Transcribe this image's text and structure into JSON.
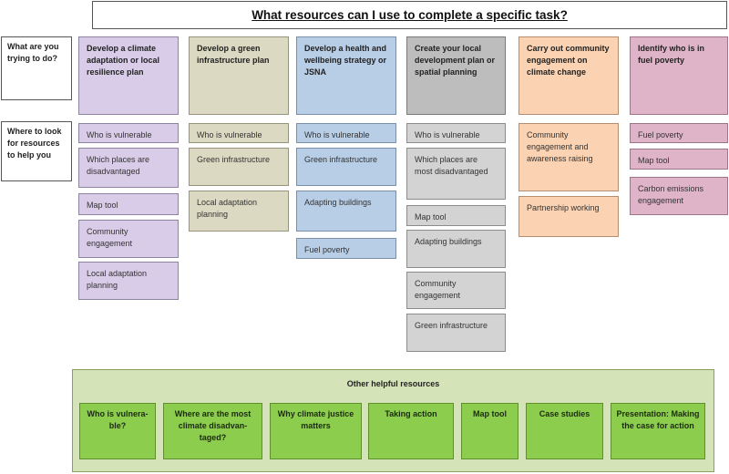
{
  "title": "What resources can I use to complete a specific task?",
  "row_labels": {
    "trying": "What are you trying to do?",
    "where": "Where to look for resources to help you"
  },
  "columns": [
    {
      "heading": "Develop a climate adaptation or local resilience plan",
      "items": [
        "Who is vulnerable",
        "Which places are disadvantaged",
        "Map tool",
        "Community engagement",
        "Local adaptation planning"
      ]
    },
    {
      "heading": "Develop a green infrastructure plan",
      "items": [
        "Who is vulnerable",
        "Green infrastructure",
        "Local adaptation planning"
      ]
    },
    {
      "heading": "Develop a health and wellbeing strategy or JSNA",
      "items": [
        "Who is vulnerable",
        "Green infrastructure",
        "Adapting buildings",
        "Fuel poverty"
      ]
    },
    {
      "heading": "Create your local development plan or spatial planning",
      "items": [
        "Who is vulnerable",
        "Which places are most disadvantaged",
        "Map tool",
        "Adapting buildings",
        "Community engagement",
        "Green infrastructure"
      ]
    },
    {
      "heading": "Carry out community engagement on climate change",
      "items": [
        "Community engagement and awareness raising",
        "Partnership working"
      ]
    },
    {
      "heading": "Identify who is in fuel poverty",
      "items": [
        "Fuel poverty",
        "Map tool",
        "Carbon emissions engagement"
      ]
    }
  ],
  "other": {
    "title": "Other helpful resources",
    "items": [
      "Who is vulnera-ble?",
      "Where are the most climate disadvan-taged?",
      "Why climate justice matters",
      "Taking action",
      "Map tool",
      "Case studies",
      "Presentation: Making the case for action"
    ]
  }
}
